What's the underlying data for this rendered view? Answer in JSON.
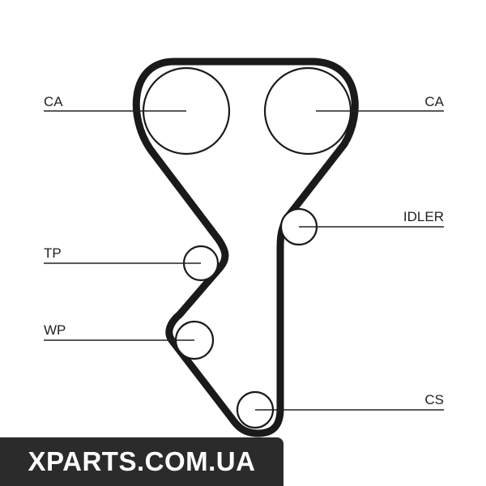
{
  "labels": {
    "cam_left": "CA",
    "cam_right": "CA",
    "idler": "IDLER",
    "tensioner": "TP",
    "water_pump": "WP",
    "crankshaft": "CS"
  },
  "watermark": {
    "text": "XPARTS.COM.UA"
  },
  "colors": {
    "ink": "#1a1a1a",
    "watermark_bg": "#2b2b2b",
    "watermark_text": "#ffffff"
  }
}
